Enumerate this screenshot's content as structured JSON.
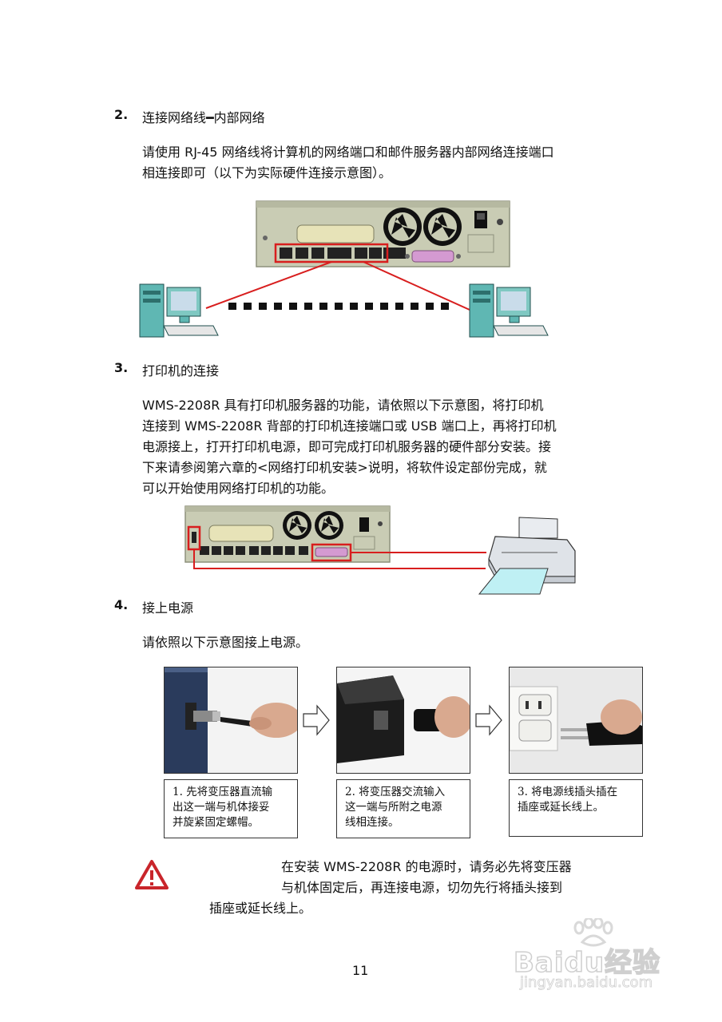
{
  "section2": {
    "number": "2.",
    "title": "连接网络线━内部网络",
    "lines": [
      "请使用 RJ-45 网络线将计算机的网络端口和邮件服务器内部网络连接端口",
      "相连接即可（以下为实际硬件连接示意图）。"
    ]
  },
  "section3": {
    "number": "3.",
    "title": "打印机的连接",
    "lines": [
      "WMS-2208R 具有打印机服务器的功能，请依照以下示意图，将打印机",
      "连接到 WMS-2208R 背部的打印机连接端口或 USB 端口上，再将打印机",
      "电源接上，打开打印机电源，即可完成打印机服务器的硬件部分安装。接",
      "下来请参阅第六章的<网络打印机安装>说明，将软件设定部份完成，就",
      "可以开始使用网络打印机的功能。"
    ]
  },
  "section4": {
    "number": "4.",
    "title": "接上电源",
    "intro": "请依照以下示意图接上电源。",
    "steps": [
      {
        "lines": [
          "1. 先将变压器直流输",
          "出这一端与机体接妥",
          "并旋紧固定螺帽。"
        ]
      },
      {
        "lines": [
          "2. 将变压器交流输入",
          "这一端与所附之电源",
          "线相连接。"
        ]
      },
      {
        "lines": [
          "3. 将电源线插头插在",
          "插座或延长线上。"
        ]
      }
    ]
  },
  "warning": {
    "lines": [
      "在安装 WMS-2208R 的电源时，请务必先将变压器",
      "与机体固定后，再连接电源，切勿先行将插头接到",
      "插座或延长线上。"
    ]
  },
  "page_number": "11",
  "watermark": {
    "brand": "Baidu经验",
    "url": "jingyan.baidu.com"
  },
  "colors": {
    "highlight": "#d81e1e",
    "device_panel": "#c9ccb4",
    "computer": "#5fb7b3"
  }
}
